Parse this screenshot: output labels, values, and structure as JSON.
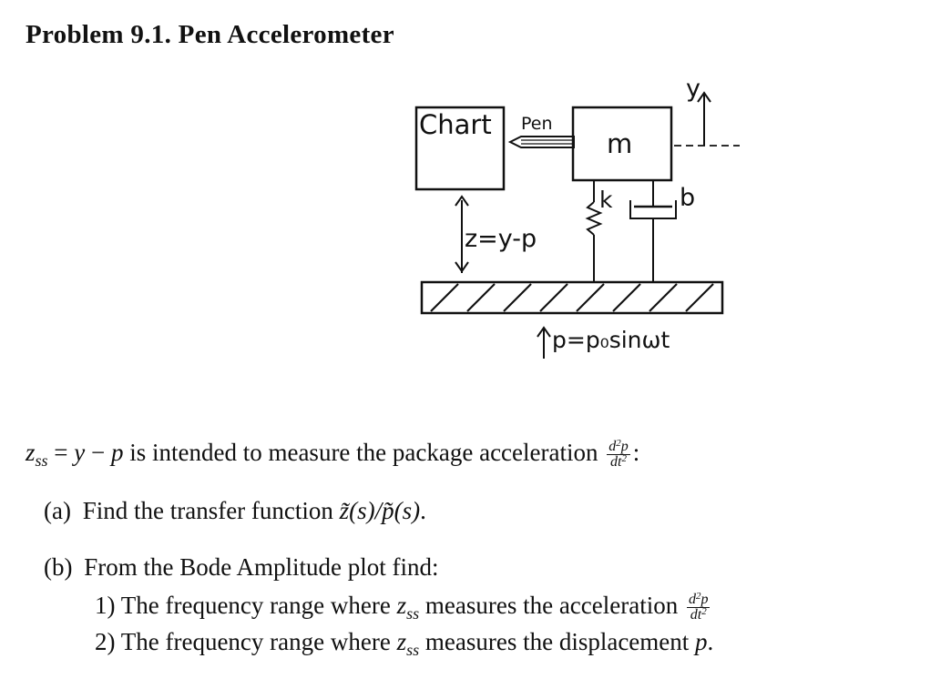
{
  "title": "Problem 9.1. Pen Accelerometer",
  "diagram": {
    "chart_label": "Chart",
    "pen_label": "Pen",
    "mass_label": "m",
    "spring_label": "k",
    "damper_label": "b",
    "y_label": "y",
    "z_label": "z=y-p",
    "p_label": "p=p₀sinωt"
  },
  "intro": {
    "z": "z",
    "ss": "ss",
    "eq": " = ",
    "y": "y",
    "minus": " − ",
    "p": "p",
    "text": " is intended to measure the package acceleration ",
    "frac_num": "d",
    "frac_num_exp": "2",
    "frac_num_var": "p",
    "frac_den": "dt",
    "frac_den_exp": "2",
    "colon": ":"
  },
  "part_a": {
    "label": "(a)",
    "text": "Find the transfer function ",
    "expr": "z̃(s)/p̃(s)",
    "end": "."
  },
  "part_b": {
    "label": "(b)",
    "text": "From the Bode Amplitude plot find:",
    "line1_prefix": "1) The frequency range where ",
    "line1_mid": " measures the acceleration ",
    "line2_prefix": "2) The frequency range where ",
    "line2_mid": " measures the displacement ",
    "line2_var": "p",
    "line2_end": "."
  }
}
